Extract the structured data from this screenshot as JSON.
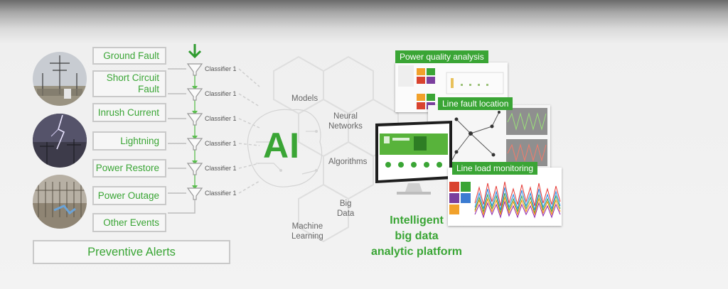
{
  "events": [
    {
      "label": "Ground Fault"
    },
    {
      "label_lines": [
        "Short Circuit",
        "Fault"
      ]
    },
    {
      "label": "Inrush Current"
    },
    {
      "label": "Lightning"
    },
    {
      "label": "Power Restore"
    },
    {
      "label": "Power Outage"
    },
    {
      "label": "Other Events"
    }
  ],
  "classifiers": [
    "Classifier 1",
    "Classifier 1",
    "Classifier 1",
    "Classifier 1",
    "Classifier 1",
    "Classifier 1"
  ],
  "preventive_alerts": "Preventive Alerts",
  "ai_label": "AI",
  "hex_labels": {
    "models": "Models",
    "neural_networks": [
      "Neural",
      "Networks"
    ],
    "algorithms": "Algorithms",
    "big_data": [
      "Big",
      "Data"
    ],
    "machine_learning": [
      "Machine",
      "Learning"
    ]
  },
  "screens": {
    "power_quality": "Power quality analysis",
    "line_fault": "Line fault location",
    "line_load": "Line load monitoring"
  },
  "platform_lines": [
    "Intelligent",
    "big data",
    "analytic platform"
  ],
  "colors": {
    "accent": "#3aa535",
    "box_border": "#c9c9c9"
  }
}
